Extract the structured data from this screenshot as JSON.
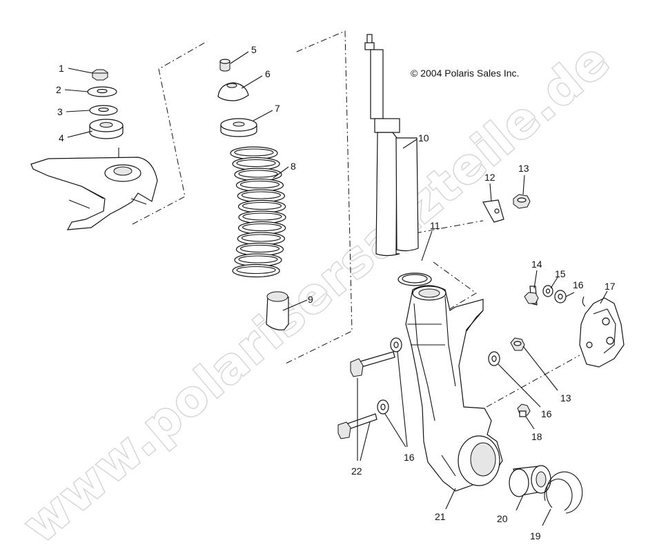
{
  "copyright": "© 2004 Polaris Sales Inc.",
  "watermark": "www.polarisersatzteile.de",
  "callouts": [
    {
      "id": "1",
      "label": "1"
    },
    {
      "id": "2",
      "label": "2"
    },
    {
      "id": "3",
      "label": "3"
    },
    {
      "id": "4",
      "label": "4"
    },
    {
      "id": "5",
      "label": "5"
    },
    {
      "id": "6",
      "label": "6"
    },
    {
      "id": "7",
      "label": "7"
    },
    {
      "id": "8",
      "label": "8"
    },
    {
      "id": "9",
      "label": "9"
    },
    {
      "id": "10",
      "label": "10"
    },
    {
      "id": "11",
      "label": "11"
    },
    {
      "id": "12",
      "label": "12"
    },
    {
      "id": "13a",
      "label": "13"
    },
    {
      "id": "13b",
      "label": "13"
    },
    {
      "id": "14",
      "label": "14"
    },
    {
      "id": "15",
      "label": "15"
    },
    {
      "id": "16a",
      "label": "16"
    },
    {
      "id": "16b",
      "label": "16"
    },
    {
      "id": "16c",
      "label": "16"
    },
    {
      "id": "17",
      "label": "17"
    },
    {
      "id": "18",
      "label": "18"
    },
    {
      "id": "19",
      "label": "19"
    },
    {
      "id": "20",
      "label": "20"
    },
    {
      "id": "21",
      "label": "21"
    },
    {
      "id": "22",
      "label": "22"
    }
  ]
}
